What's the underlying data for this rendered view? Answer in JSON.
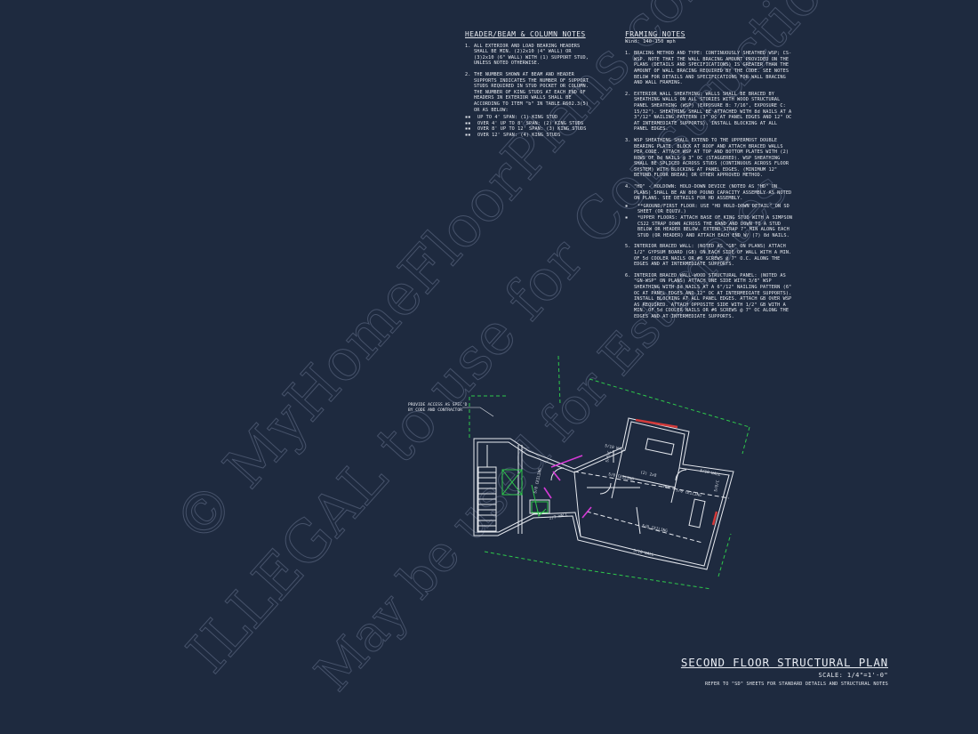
{
  "header_notes": {
    "title": "HEADER/BEAM & COLUMN NOTES",
    "items": [
      {
        "num": "1.",
        "text": "ALL EXTERIOR AND LOAD BEARING HEADERS SHALL BE MIN. (2)2x10 (4\" WALL) OR (3)2x10 (6\" WALL) WITH (1) SUPPORT STUD, UNLESS NOTED OTHERWISE."
      },
      {
        "num": "2.",
        "text": "THE NUMBER SHOWN AT BEAM AND HEADER SUPPORTS INDICATES THE NUMBER OF SUPPORT STUDS REQUIRED IN STUD POCKET OR COLUMN. THE NUMBER OF KING STUDS AT EACH END OF HEADERS IN EXTERIOR WALLS SHALL BE ACCORDING TO ITEM \"b\" IN TABLE R602.3(5) OR AS BELOW:"
      }
    ],
    "sub_items": [
      {
        "bullet": "▪▪",
        "text": "UP TO 4' SPAN: (1) KING STUD"
      },
      {
        "bullet": "▪▪",
        "text": "OVER 4' UP TO 8' SPAN: (2) KING STUDS"
      },
      {
        "bullet": "▪▪",
        "text": "OVER 8' UP TO 12' SPAN: (3) KING STUDS"
      },
      {
        "bullet": "▪▪",
        "text": "OVER 12' SPAN: (4) KING STUDS"
      }
    ]
  },
  "framing_notes": {
    "title": "FRAMING NOTES",
    "wind": "Wind: 140-150 mph",
    "items": [
      {
        "num": "1.",
        "text": "BRACING METHOD AND TYPE: CONTINUOUSLY SHEATHED WSP; CS-WSP. NOTE THAT THE WALL BRACING AMOUNT PROVIDED ON THE PLANS (DETAILS AND SPECIFICATIONS) IS GREATER THAN THE AMOUNT OF WALL BRACING REQUIRED BY THE CODE. SEE NOTES BELOW FOR DETAILS AND SPECIFICATIONS FOR WALL BRACING AND WALL FRAMING."
      },
      {
        "num": "2.",
        "text": "EXTERIOR WALL SHEATHING: WALLS SHALL BE BRACED BY SHEATHING WALLS ON ALL STORIES WITH WOOD STRUCTURAL PANEL SHEATHING (WSP) (EXPOSURE B: 7/16\", EXPOSURE C: 15/32\"). SHEATHING SHALL BE ATTACHED WITH 8d NAILS AT A 3\"/12\" NAILING PATTERN (3\" OC AT PANEL EDGES AND 12\" OC AT INTERMEDIATE SUPPORTS). INSTALL BLOCKING AT ALL PANEL EDGES."
      },
      {
        "num": "3.",
        "text": "WSP SHEATHING SHALL EXTEND TO THE UPPERMOST DOUBLE BEARING PLATE. BLOCK AT ROOF AND ATTACH BRACED WALLS PER CODE. ATTACH WSP AT TOP AND BOTTOM PLATES WITH (2) ROWS OF 8d NAILS @ 3\" OC (STAGGERED). WSP SHEATHING SHALL BE SPLICED ACROSS STUDS (CONTINUOUS ACROSS FLOOR SYSTEM) WITH BLOCKING AT PANEL EDGES. (MINIMUM 12\" BEYOND FLOOR BREAK) OR OTHER APPROVED METHOD."
      },
      {
        "num": "4.",
        "text": "\"HD\" - HOLDOWN: HOLD-DOWN DEVICE (NOTED AS \"HD\" ON PLANS) SHALL BE AN 800 POUND CAPACITY ASSEMBLY AS NOTED ON PLANS. SEE DETAILS FOR HD ASSEMBLY."
      }
    ],
    "sub_items": [
      {
        "bullet": "▪",
        "text": "**GROUND/FIRST FLOOR: USE \"HD HOLD-DOWN DETAIL\" ON SD SHEET (OR EQUIV.)"
      },
      {
        "bullet": "▪",
        "text": "*UPPER FLOORS: ATTACH BASE OF KING STUD WITH A SIMPSON CS22 STRAP DOWN ACROSS THE BAND AND DOWN TO A STUD BELOW OR HEADER BELOW. EXTEND STRAP 7\" MIN ALONG EACH STUD (OR HEADER) AND ATTACH EACH END W/ (7) 8d NAILS."
      }
    ],
    "items2": [
      {
        "num": "5.",
        "text": "INTERIOR BRACED WALL: (NOTED AS \"GB\" ON PLANS) ATTACH 1/2\" GYPSUM BOARD (GB) ON EACH SIDE OF WALL WITH A MIN. OF 5d COOLER NAILS OR #6 SCREWS @ 7\" O.C. ALONG THE EDGES AND AT INTERMEDIATE SUPPORTS."
      },
      {
        "num": "6.",
        "text": "INTERIOR BRACED WALL-WOOD STRUCTURAL PANEL: (NOTED AS \"GN-WSP\" ON PLANS) ATTACH ONE SIDE WITH 3/8\" WSP SHEATHING WITH 8d NAILS AT A 6\"/12\" NAILING PATTERN (6\" OC AT PANEL EDGES AND 12\" OC AT INTERMEDIATE SUPPORTS). INSTALL BLOCKING AT ALL PANEL EDGES. ATTACH GB OVER WSP AS REQUIRED. ATTACH OPPOSITE SIDE WITH 1/2\" GB WITH A MIN. OF 5d COOLER NAILS OR #6 SCREWS @ 7\" OC ALONG THE EDGES AND AT INTERMEDIATE SUPPORTS."
      }
    ]
  },
  "plan": {
    "callout": [
      "PROVIDE ACCESS AS SPEC'D",
      "BY CODE AND CONTRACTOR"
    ],
    "labels": {
      "wall_510_a": "5/10 WALL",
      "wall_510_b": "5/10 WALL",
      "wall_510_c": "5/10 WALL",
      "ceil_510_a": "5/0 CEILING",
      "ceil_510_b": "5/0 CEILING",
      "ceil_510_c": "5/0 CEILING",
      "ceil_510_d": "5/0 CEILING",
      "beam": "(2) 2x8",
      "hdr": "HDR",
      "wall_27": "2/7 WALL",
      "side_a": "5/0/C",
      "side_b": "5/0/C"
    },
    "colors": {
      "line": "#e6e9ef",
      "green": "#2ec84b",
      "magenta": "#d63ad6",
      "red": "#d23a3a"
    }
  },
  "title_block": {
    "title": "SECOND FLOOR STRUCTURAL PLAN",
    "scale": "SCALE: 1/4\"=1'-0\"",
    "ref": "REFER TO \"SD\" SHEETS FOR STANDARD DETAILS AND STRUCTURAL NOTES"
  },
  "watermark": {
    "line1": "© MyHomeFloorPlans.com",
    "line2": "ILLEGAL to use for Construction",
    "line3": "May be used for Estimates"
  }
}
